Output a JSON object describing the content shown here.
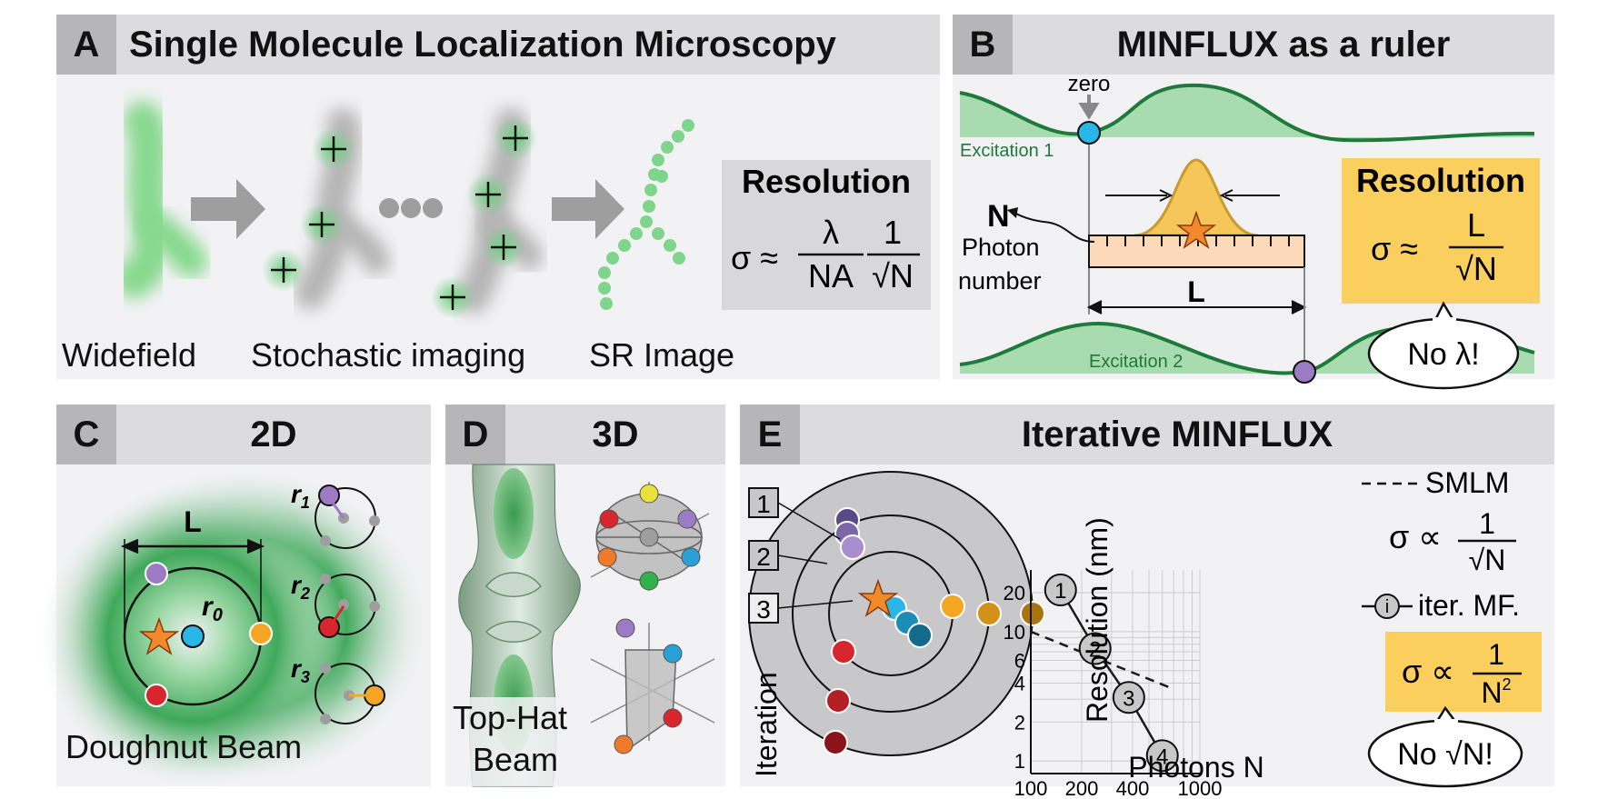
{
  "panels": {
    "a": {
      "letter": "A",
      "title": "Single Molecule Localization Microscopy",
      "labels": [
        "Widefield",
        "Stochastic imaging",
        "SR Image"
      ],
      "res_title": "Resolution",
      "res_lhs": "σ ≈",
      "res_num1": "λ",
      "res_den1": "NA",
      "res_num2": "1",
      "res_den2": "√N"
    },
    "b": {
      "letter": "B",
      "title": "MINFLUX as a ruler",
      "zero": "zero",
      "exc1": "Excitation 1",
      "exc2": "Excitation 2",
      "n": "N",
      "photon": "Photon",
      "number": "number",
      "l": "L",
      "res_title": "Resolution",
      "res_lhs": "σ ≈",
      "res_num": "L",
      "res_den": "√N",
      "bubble": "No λ!"
    },
    "c": {
      "letter": "C",
      "title": "2D",
      "l": "L",
      "r0": "r",
      "r0_sub": "0",
      "r_labels": [
        {
          "r": "r",
          "sub": "1"
        },
        {
          "r": "r",
          "sub": "2"
        },
        {
          "r": "r",
          "sub": "3"
        }
      ],
      "caption": "Doughnut Beam"
    },
    "d": {
      "letter": "D",
      "title": "3D",
      "caption_line1": "Top-Hat",
      "caption_line2": "Beam"
    },
    "e": {
      "letter": "E",
      "title": "Iterative MINFLUX",
      "iter_boxes": [
        "1",
        "2",
        "3"
      ],
      "iteration": "Iteration",
      "chart": {
        "ylabel": "Resolution (nm)",
        "xlabel": "Photons N",
        "xticks": [
          "100",
          "200",
          "400",
          "1000"
        ],
        "yticks": [
          "1",
          "2",
          "4",
          "6",
          "10",
          "20"
        ]
      },
      "legend_smlm": "SMLM",
      "legend_smlm_formula": {
        "lhs": "σ ∝",
        "num": "1",
        "den": "√N"
      },
      "legend_mf_marker": "i",
      "legend_mf": "iter. MF.",
      "mf_formula": {
        "lhs": "σ ∝",
        "num": "1",
        "den": "N"
      },
      "bubble": "No √N!"
    }
  },
  "chart_data": {
    "type": "line",
    "xlabel": "Photons N",
    "ylabel": "Resolution (nm)",
    "xscale": "log",
    "yscale": "log",
    "xlim": [
      100,
      1000
    ],
    "ylim": [
      0.8,
      30
    ],
    "series": [
      {
        "name": "SMLM",
        "style": "dashed",
        "x": [
          100,
          700
        ],
        "y": [
          10,
          3.6
        ]
      },
      {
        "name": "iter. MF.",
        "style": "solid",
        "markers": [
          "1",
          "2",
          "3",
          "4"
        ],
        "x": [
          150,
          240,
          380,
          600
        ],
        "y": [
          21,
          7.4,
          3.1,
          1.1
        ]
      }
    ],
    "colors": {
      "line": "#1a1a1a",
      "grid": "#cccccc",
      "marker_fill": "#c8c8c8"
    }
  }
}
